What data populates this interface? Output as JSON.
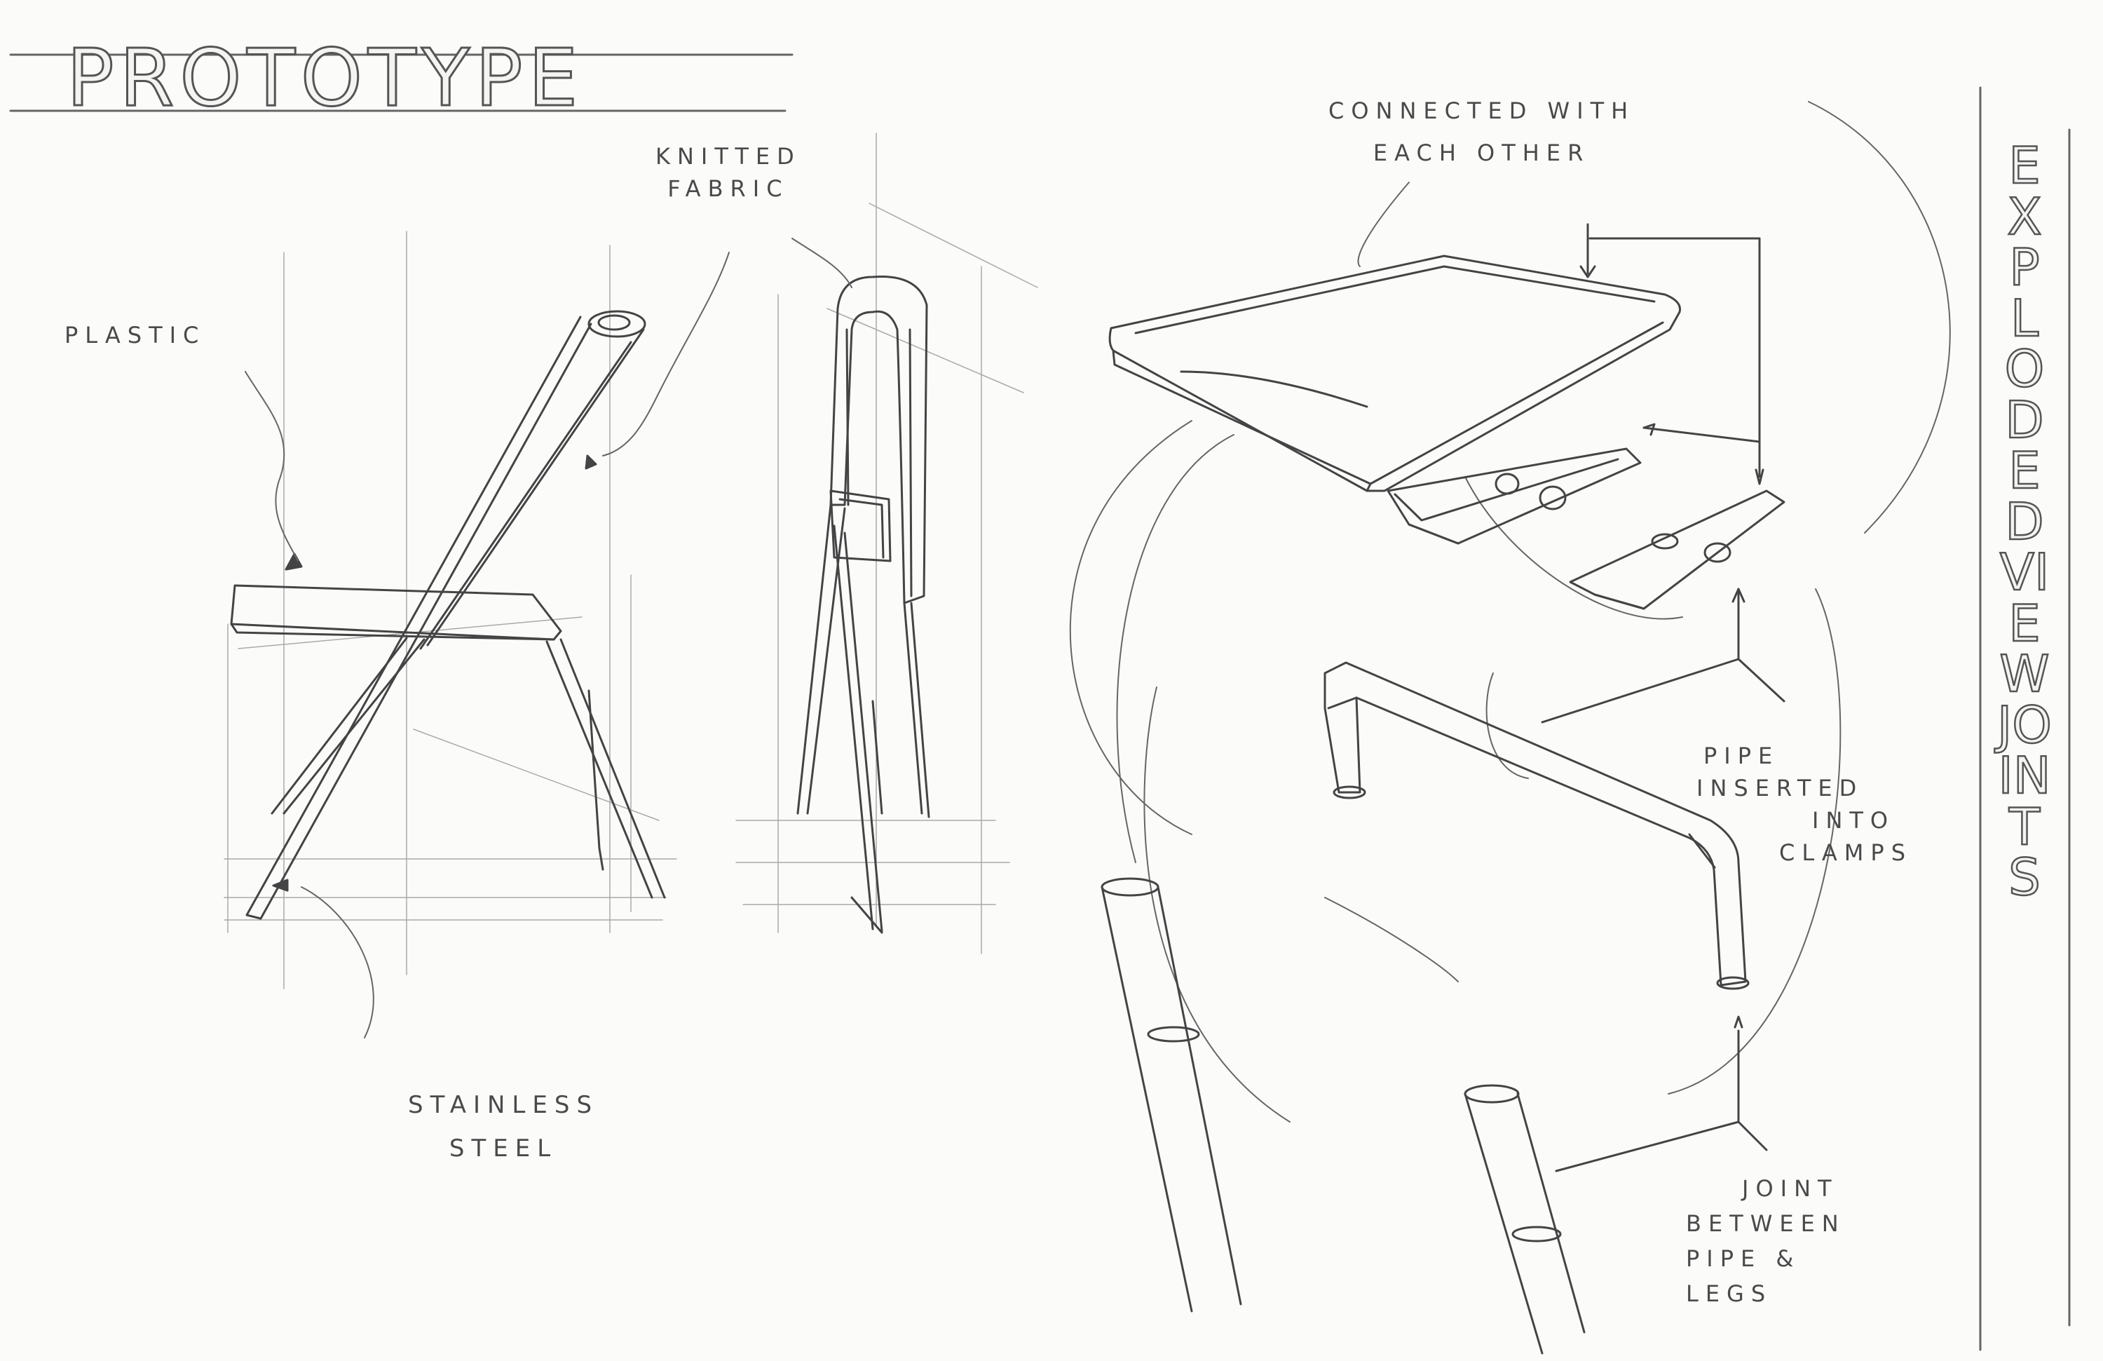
{
  "title": "PROTOTYPE",
  "vertical_title": "EXPLODED VIEW JOINTS",
  "labels": {
    "plastic": "PLASTIC",
    "knitted_fabric": [
      "KNITTED",
      "FABRIC"
    ],
    "stainless_steel": [
      "STAINLESS",
      "STEEL"
    ],
    "connected": [
      "CONNECTED WITH",
      "EACH OTHER"
    ],
    "pipe_inserted": [
      "PIPE",
      "INSERTED",
      "INTO",
      "CLAMPS"
    ],
    "joint": [
      "JOINT",
      "BETWEEN",
      "PIPE &",
      "LEGS"
    ]
  }
}
